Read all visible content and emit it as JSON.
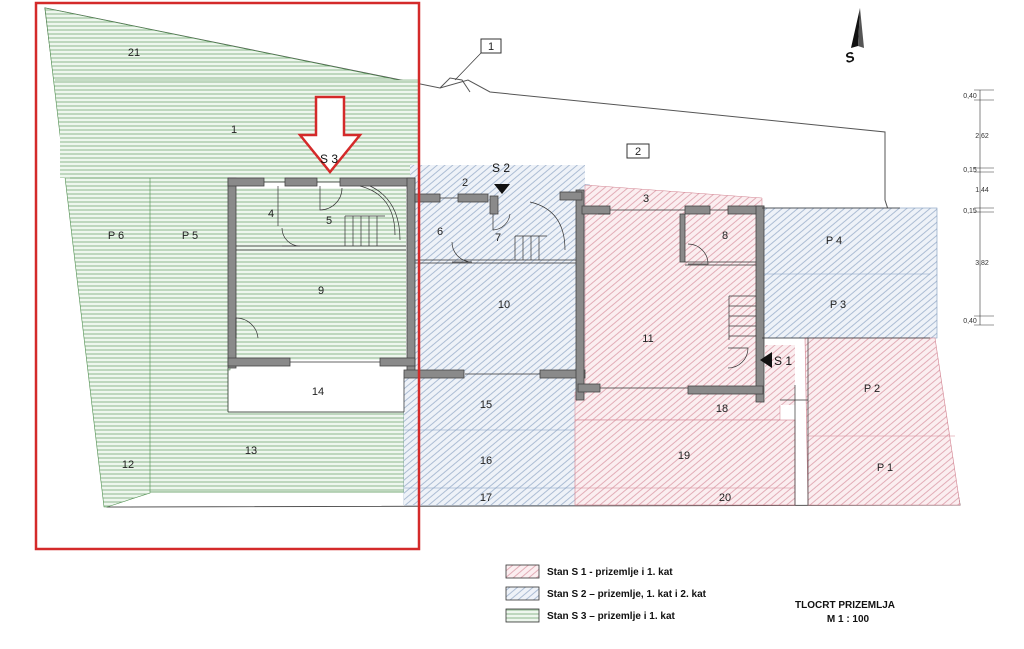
{
  "compass": {
    "label": "S"
  },
  "markers": {
    "m1": "1",
    "m2": "2"
  },
  "rooms": {
    "r1": "1",
    "r2": "2",
    "r3": "3",
    "r4": "4",
    "r5": "5",
    "r6": "6",
    "r7": "7",
    "r8": "8",
    "r9": "9",
    "r10": "10",
    "r11": "11",
    "r12": "12",
    "r13": "13",
    "r14": "14",
    "r15": "15",
    "r16": "16",
    "r17": "17",
    "r18": "18",
    "r19": "19",
    "r20": "20",
    "r21": "21"
  },
  "parking": {
    "p1": "P 1",
    "p2": "P 2",
    "p3": "P 3",
    "p4": "P 4",
    "p5": "P 5",
    "p6": "P 6"
  },
  "entrances": {
    "s1": "S 1",
    "s2": "S 2",
    "s3": "S 3"
  },
  "dimensions": [
    "0,40",
    "2,62",
    "0,15",
    "1,44",
    "0,15",
    "3,82",
    "0,40"
  ],
  "legend": [
    {
      "label": "Stan S 1 - prizemlje i 1. kat",
      "color": "#d98a98"
    },
    {
      "label": "Stan S 2 – prizemlje, 1. kat i 2. kat",
      "color": "#8fa8c8"
    },
    {
      "label": "Stan S 3 – prizemlje i 1. kat",
      "color": "#5a9a5a"
    }
  ],
  "title": {
    "line1": "TLOCRT PRIZEMLJA",
    "line2": "M 1 : 100"
  },
  "colors": {
    "highlight": "#d42a2a",
    "wall": "#8a8a8a"
  }
}
